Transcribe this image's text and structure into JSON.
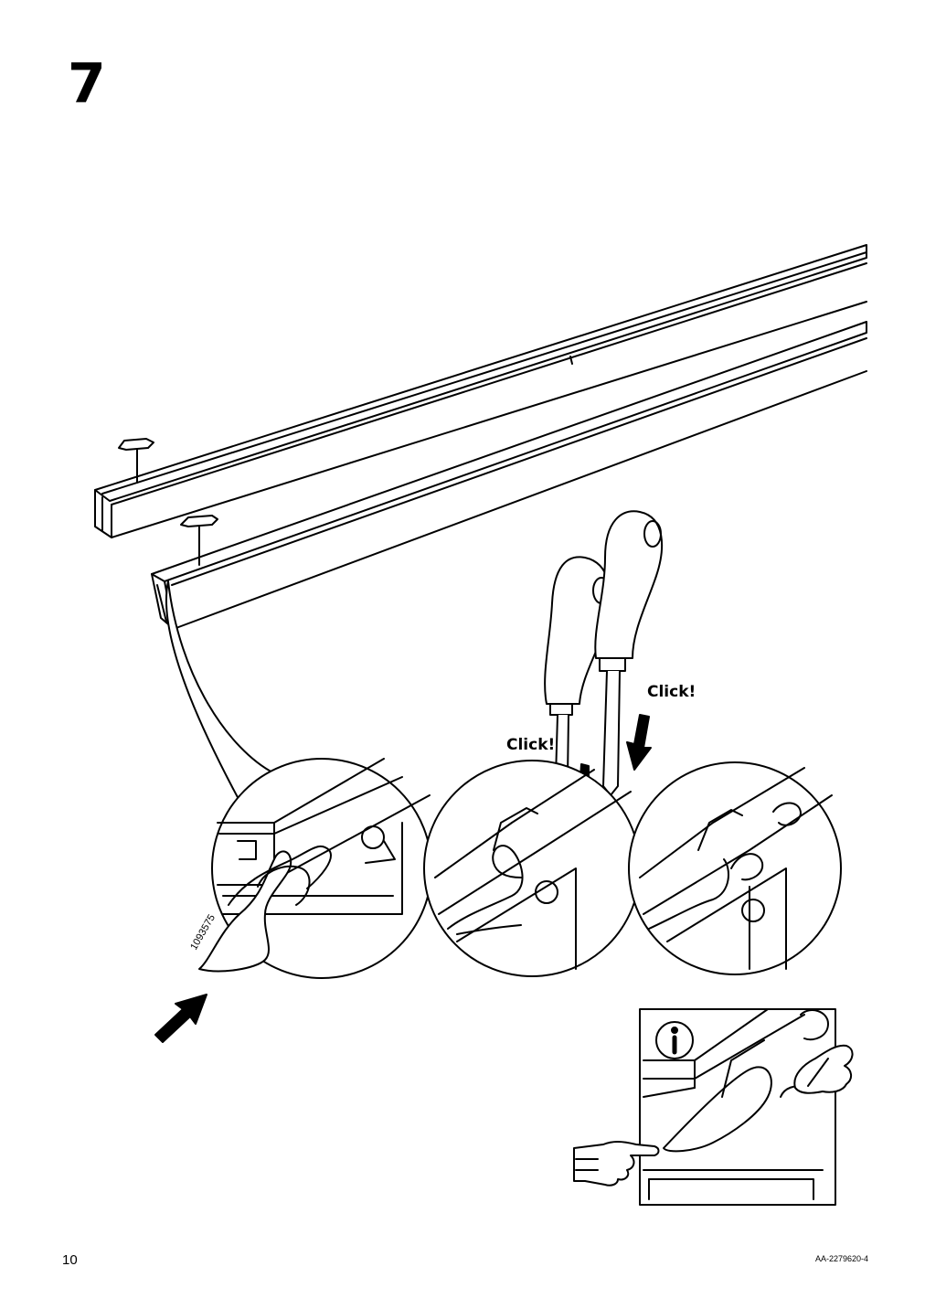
{
  "page": {
    "step_number": "7",
    "page_number": "10",
    "document_code": "AA-2279620-4"
  },
  "illustration": {
    "click_label_left": "Click!",
    "click_label_right": "Click!",
    "part_number": "1093575",
    "info_icon_name": "info-icon",
    "pointing_hand_icon_name": "pointing-hand-icon"
  }
}
